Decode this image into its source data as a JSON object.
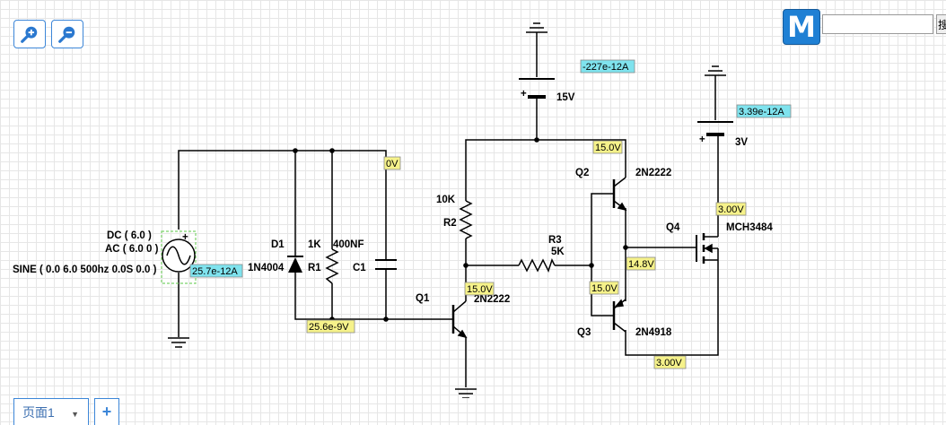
{
  "toolbar": {
    "zoom_in_icon": "zoom-in-icon",
    "zoom_out_icon": "zoom-out-icon",
    "logo_text": "M",
    "search_value": "",
    "search_button_label": "搜"
  },
  "colors": {
    "voltage_probe": "#f6f28a",
    "current_probe": "#7fe3ee",
    "wire": "#000000",
    "accent": "#3c86d8"
  },
  "circuit": {
    "source": {
      "dc": "DC ( 6.0 )",
      "ac": "AC ( 6.0 0 )",
      "sine": "SINE ( 0.0 6.0 500hz 0.0S 0.0 )",
      "current": "25.7e-12A"
    },
    "d1": {
      "name": "D1",
      "part": "1N4004"
    },
    "r1": {
      "name": "R1",
      "value": "1K"
    },
    "c1": {
      "name": "C1",
      "value": "400NF",
      "voltage": "0V"
    },
    "bottom_node_current": "25.6e-9V",
    "r2": {
      "name": "R2",
      "value": "10K"
    },
    "r3": {
      "name": "R3",
      "value": "5K"
    },
    "q1": {
      "name": "Q1",
      "part": "2N2222",
      "voltage": "15.0V"
    },
    "q2": {
      "name": "Q2",
      "part": "2N2222",
      "voltage": "15.0V"
    },
    "q3": {
      "name": "Q3",
      "part": "2N4918",
      "voltage": "15.0V"
    },
    "q4": {
      "name": "Q4",
      "part": "MCH3484",
      "voltage": "3.00V"
    },
    "node_mid_voltage": "14.8V",
    "bottom_right_voltage": "3.00V",
    "v15": {
      "value": "15V",
      "current": "-227e-12A",
      "plus": "+"
    },
    "v3": {
      "value": "3V",
      "current": "3.39e-12A",
      "plus": "+"
    },
    "source_plus": "+"
  },
  "footer": {
    "page_tab_label": "页面1",
    "add_page_label": "+"
  }
}
